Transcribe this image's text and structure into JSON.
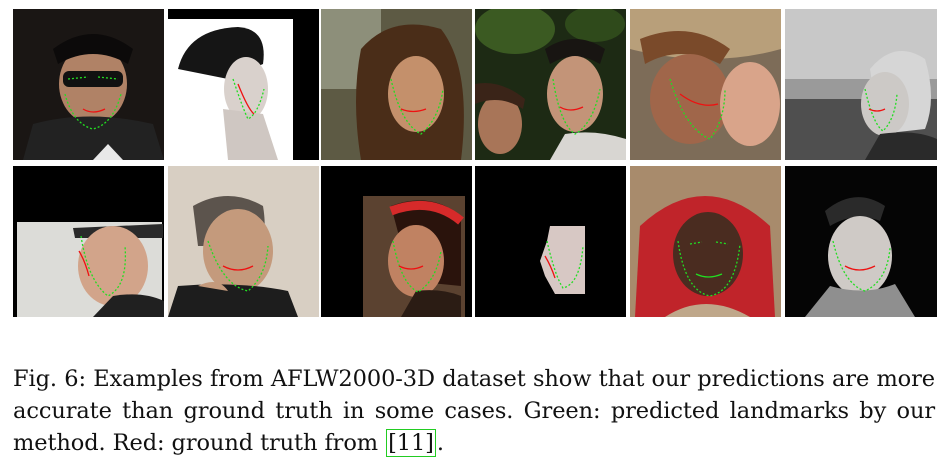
{
  "figure": {
    "caption_label": "Fig. 6:",
    "caption_text_1": " Examples from AFLW2000-3D dataset show that our predictions are more accurate than ground truth in some cases. Green: predicted landmarks by our method. Red: ground truth from ",
    "citation": "[11]",
    "caption_end": ".",
    "colors": {
      "predicted": "#22dd22",
      "ground_truth": "#ee1111",
      "citation_box": "#22cc22"
    }
  }
}
